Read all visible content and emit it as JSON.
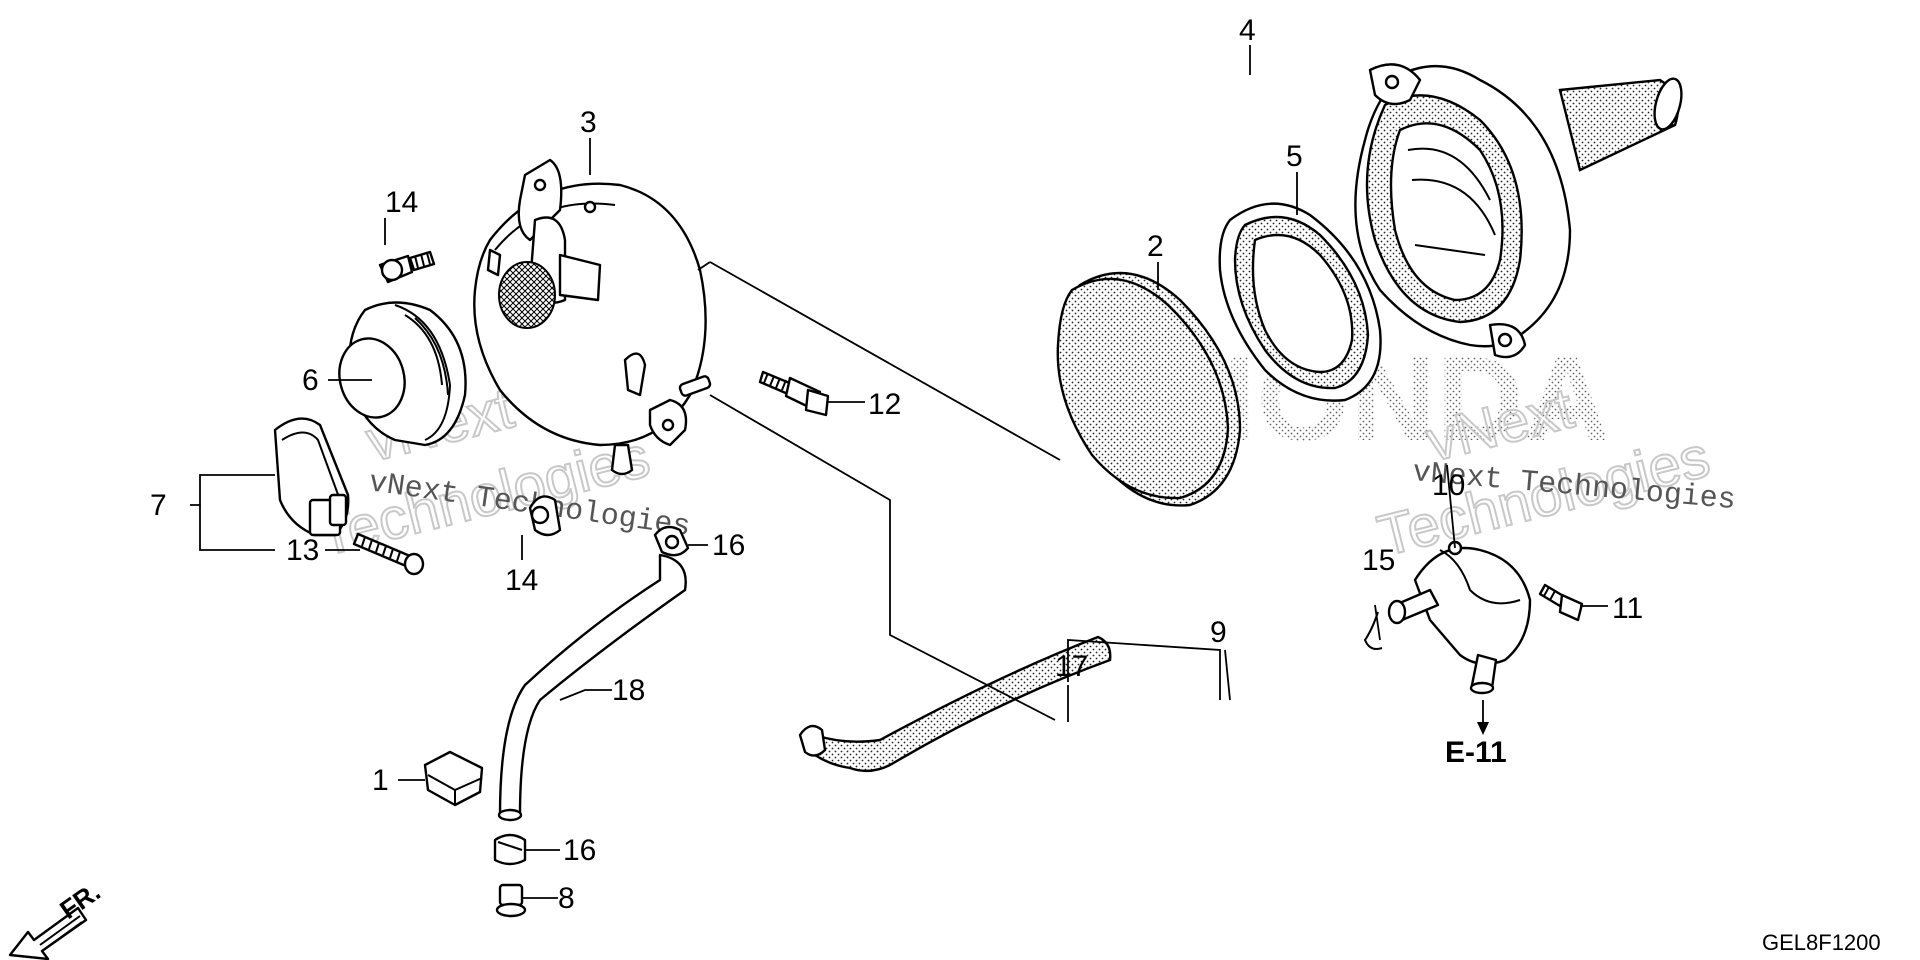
{
  "callouts": [
    {
      "id": "c1",
      "text": "1"
    },
    {
      "id": "c2",
      "text": "2"
    },
    {
      "id": "c3",
      "text": "3"
    },
    {
      "id": "c4",
      "text": "4"
    },
    {
      "id": "c5",
      "text": "5"
    },
    {
      "id": "c6",
      "text": "6"
    },
    {
      "id": "c7",
      "text": "7"
    },
    {
      "id": "c8",
      "text": "8"
    },
    {
      "id": "c9",
      "text": "9"
    },
    {
      "id": "c10",
      "text": "10"
    },
    {
      "id": "c11",
      "text": "11"
    },
    {
      "id": "c12",
      "text": "12"
    },
    {
      "id": "c13",
      "text": "13"
    },
    {
      "id": "c14a",
      "text": "14"
    },
    {
      "id": "c14b",
      "text": "14"
    },
    {
      "id": "c15",
      "text": "15"
    },
    {
      "id": "c16a",
      "text": "16"
    },
    {
      "id": "c16b",
      "text": "16"
    },
    {
      "id": "c17",
      "text": "17"
    },
    {
      "id": "c18",
      "text": "18"
    }
  ],
  "reference": "E-11",
  "direction": "FR.",
  "diagram_code": "GEL8F1200",
  "watermark": {
    "text": "vNext Technologies",
    "line1": "vNext",
    "line2": "Technologies"
  },
  "brand_watermark": "HONDA"
}
